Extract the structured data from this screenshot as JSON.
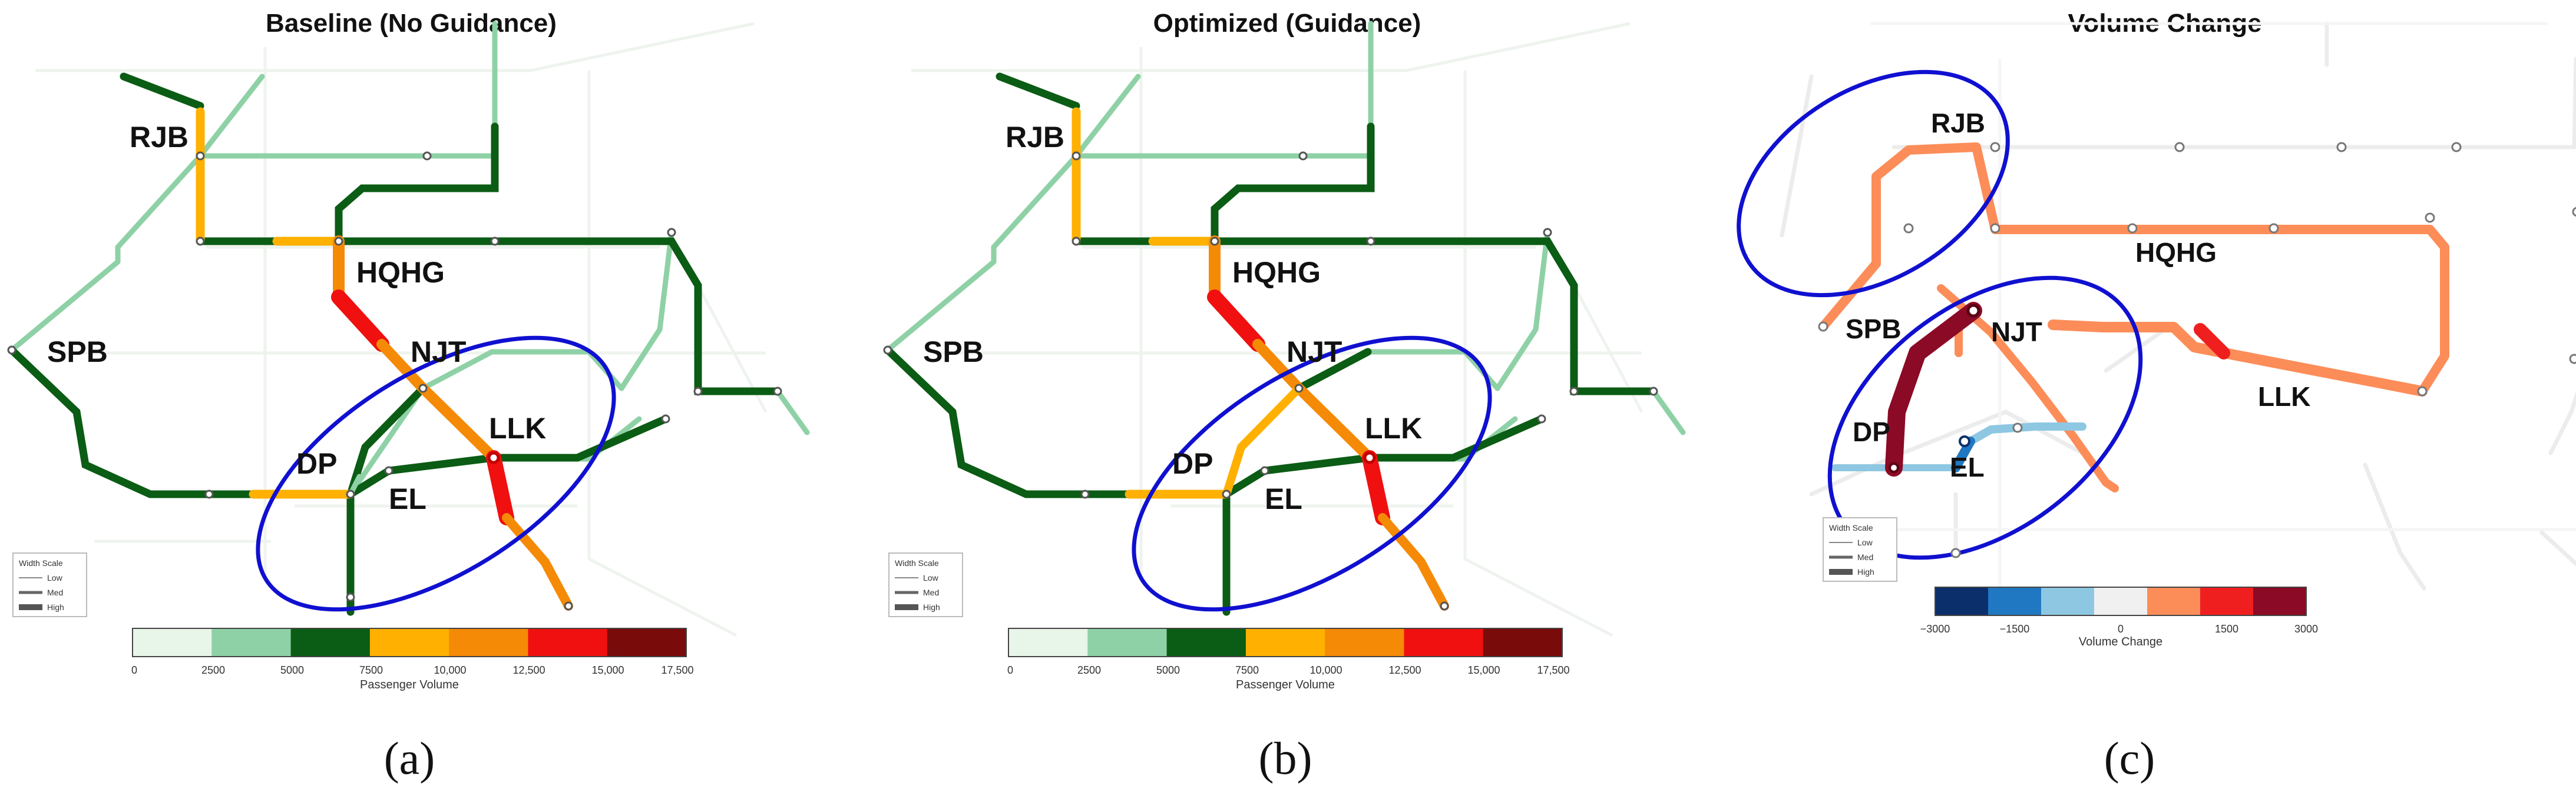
{
  "panels": [
    {
      "title": "Baseline (No Guidance)",
      "caption": "(a)",
      "stations": [
        "RJB",
        "HQHG",
        "SPB",
        "NJT",
        "LLK",
        "DP",
        "EL"
      ],
      "colorbar": {
        "label": "Passenger Volume",
        "ticks": [
          "0",
          "2500",
          "5000",
          "7500",
          "10,000",
          "12,500",
          "15,000",
          "17,500"
        ],
        "colors": [
          "#e8f5e9",
          "#8fd1a6",
          "#0b5c14",
          "#ffb000",
          "#f58a07",
          "#f01010",
          "#7a0b0b"
        ]
      },
      "width_scale": {
        "title": "Width Scale",
        "items": [
          "Low",
          "Med",
          "High"
        ]
      }
    },
    {
      "title": "Optimized (Guidance)",
      "caption": "(b)",
      "stations": [
        "RJB",
        "HQHG",
        "SPB",
        "NJT",
        "LLK",
        "DP",
        "EL"
      ],
      "colorbar": {
        "label": "Passenger Volume",
        "ticks": [
          "0",
          "2500",
          "5000",
          "7500",
          "10,000",
          "12,500",
          "15,000",
          "17,500"
        ],
        "colors": [
          "#e8f5e9",
          "#8fd1a6",
          "#0b5c14",
          "#ffb000",
          "#f58a07",
          "#f01010",
          "#7a0b0b"
        ]
      },
      "width_scale": {
        "title": "Width Scale",
        "items": [
          "Low",
          "Med",
          "High"
        ]
      }
    },
    {
      "title": "Volume Change",
      "caption": "(c)",
      "stations": [
        "RJB",
        "HQHG",
        "SPB",
        "NJT",
        "LLK",
        "DP",
        "EL"
      ],
      "colorbar": {
        "label": "Volume Change",
        "ticks": [
          "−3000",
          "−1500",
          "0",
          "1500",
          "3000"
        ],
        "colors": [
          "#0b2f6b",
          "#1f78c1",
          "#8ec7e2",
          "#f0f0f0",
          "#fc8d59",
          "#f01f1f",
          "#8b0a25"
        ]
      },
      "width_scale": {
        "title": "Width Scale",
        "items": [
          "Low",
          "Med",
          "High"
        ]
      }
    }
  ]
}
